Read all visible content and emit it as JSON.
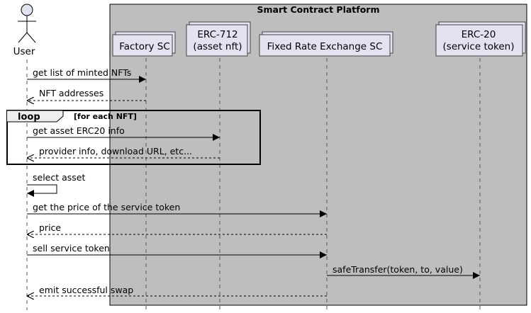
{
  "platform": {
    "title": "Smart Contract Platform"
  },
  "actor": {
    "label": "User"
  },
  "participants": [
    {
      "id": "factory",
      "lines": [
        "Factory SC"
      ]
    },
    {
      "id": "erc712",
      "lines": [
        "ERC-712",
        "(asset nft)"
      ]
    },
    {
      "id": "exchange",
      "lines": [
        "Fixed Rate Exchange SC"
      ]
    },
    {
      "id": "erc20",
      "lines": [
        "ERC-20",
        "(service token)"
      ]
    }
  ],
  "loop": {
    "keyword": "loop",
    "condition": "[for each NFT]"
  },
  "messages": [
    {
      "from": "user",
      "to": "factory",
      "kind": "sync",
      "label": "get list of minted NFTs"
    },
    {
      "from": "factory",
      "to": "user",
      "kind": "return",
      "label": "NFT addresses"
    },
    {
      "from": "user",
      "to": "erc712",
      "kind": "sync",
      "label": "get asset ERC20 info"
    },
    {
      "from": "erc712",
      "to": "user",
      "kind": "return",
      "label": "provider info, download URL, etc..."
    },
    {
      "from": "user",
      "to": "user",
      "kind": "self",
      "label": "select asset"
    },
    {
      "from": "user",
      "to": "exchange",
      "kind": "sync",
      "label": "get the price of the service token"
    },
    {
      "from": "exchange",
      "to": "user",
      "kind": "return",
      "label": "price"
    },
    {
      "from": "user",
      "to": "exchange",
      "kind": "sync",
      "label": "sell service token"
    },
    {
      "from": "exchange",
      "to": "erc20",
      "kind": "sync",
      "label": "safeTransfer(token, to, value)"
    },
    {
      "from": "exchange",
      "to": "user",
      "kind": "return",
      "label": "emit successful swap"
    }
  ]
}
